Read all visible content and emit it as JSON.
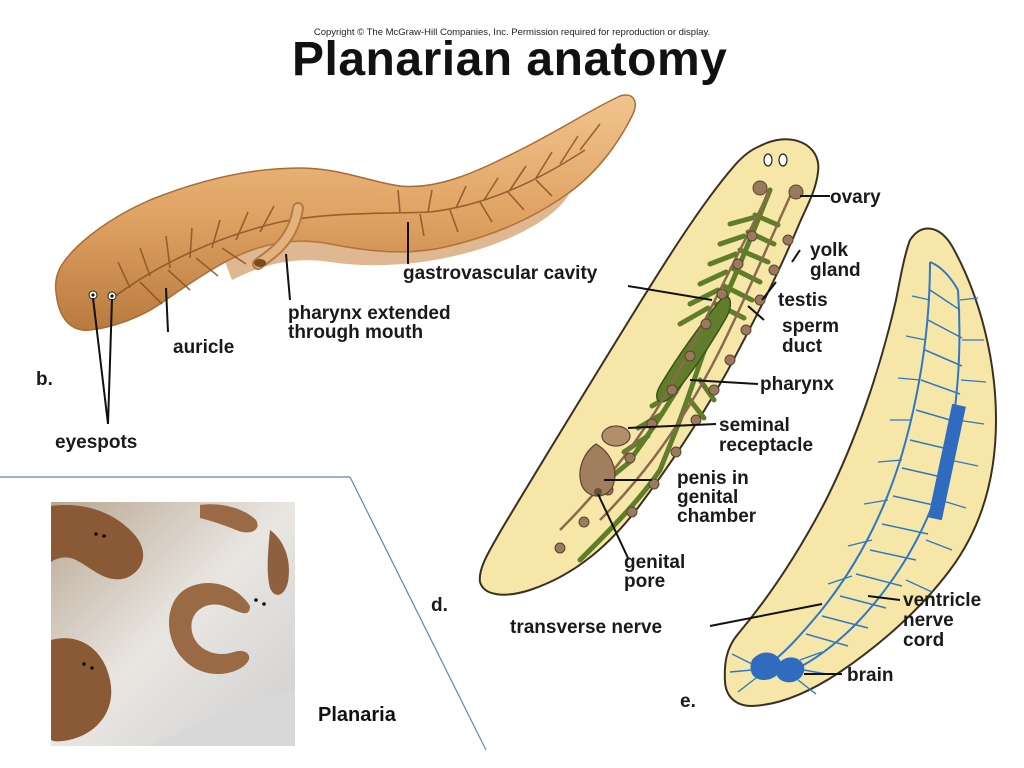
{
  "header": {
    "copyright": "Copyright © The McGraw-Hill Companies, Inc. Permission required for reproduction or display.",
    "title": "Planarian anatomy"
  },
  "panel_b": {
    "panel_letter": "b.",
    "labels": {
      "gastrovascular_cavity": "gastrovascular cavity",
      "pharynx_line1": "pharynx extended",
      "pharynx_line2": "through mouth",
      "auricle": "auricle",
      "eyespots": "eyespots"
    }
  },
  "panel_d": {
    "panel_letter": "d.",
    "labels": {
      "ovary": "ovary",
      "yolk_gland_line1": "yolk",
      "yolk_gland_line2": "gland",
      "testis": "testis",
      "sperm_duct_line1": "sperm",
      "sperm_duct_line2": "duct",
      "pharynx": "pharynx",
      "seminal_line1": "seminal",
      "seminal_line2": "receptacle",
      "penis_line1": "penis in",
      "penis_line2": "genital",
      "penis_line3": "chamber",
      "genital_pore_line1": "genital",
      "genital_pore_line2": "pore"
    }
  },
  "panel_e": {
    "panel_letter": "e.",
    "labels": {
      "transverse_nerve": "transverse nerve",
      "ventricle_line1": "ventricle",
      "ventricle_line2": "nerve",
      "ventricle_line3": "cord",
      "brain": "brain"
    }
  },
  "photo": {
    "caption": "Planaria"
  },
  "colors": {
    "body_tan": "#f6e6a8",
    "outline": "#3a3020",
    "gut_green": "#5f7d2a",
    "repro_brown": "#9a7a5c",
    "nerve_blue": "#2f78c4",
    "worm_orange": "#d89a56",
    "photo_worm": "#9a6a44"
  }
}
